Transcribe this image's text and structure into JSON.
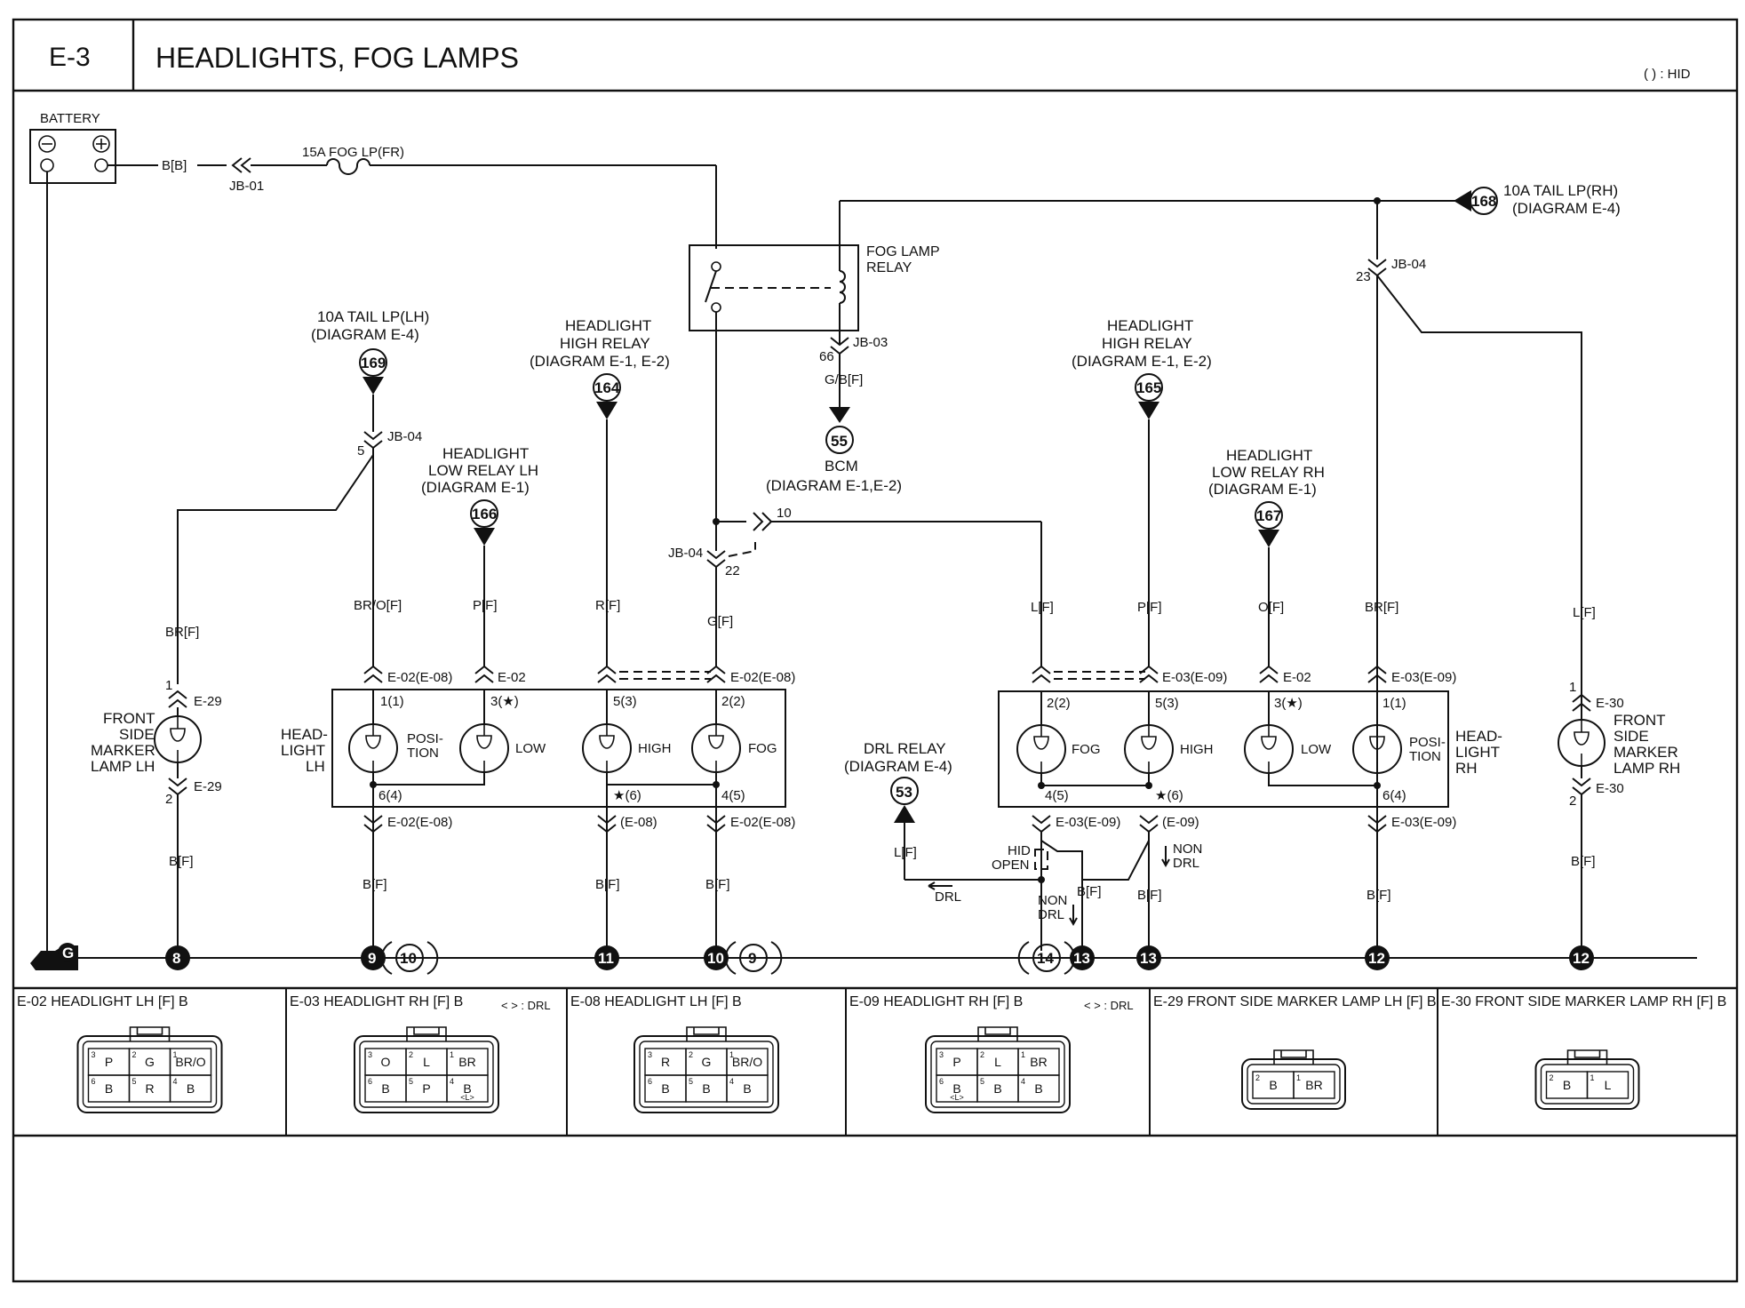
{
  "header": {
    "code": "E-3",
    "title": "HEADLIGHTS, FOG LAMPS",
    "note": "( ) : HID"
  },
  "battery": {
    "label": "BATTERY",
    "wire": "B[B]",
    "junction": "JB-01"
  },
  "fuse": {
    "label": "15A FOG LP(FR)"
  },
  "fog_relay": {
    "label1": "FOG LAMP",
    "label2": "RELAY",
    "jb": "JB-03",
    "pin": "66",
    "wire": "G/B[F]"
  },
  "bcm": {
    "num": "55",
    "label": "BCM",
    "ref": "(DIAGRAM E-1,E-2)"
  },
  "tail_rh": {
    "num": "168",
    "label": "10A TAIL LP(RH)",
    "ref": "(DIAGRAM E-4)",
    "jb": "JB-04",
    "pin": "23"
  },
  "tail_lh": {
    "num": "169",
    "label": "10A TAIL LP(LH)",
    "ref": "(DIAGRAM E-4)",
    "jb": "JB-04",
    "pin": "5"
  },
  "high_relay_lh": {
    "num": "164",
    "label1": "HEADLIGHT",
    "label2": "HIGH RELAY",
    "ref": "(DIAGRAM E-1, E-2)"
  },
  "high_relay_rh": {
    "num": "165",
    "label1": "HEADLIGHT",
    "label2": "HIGH RELAY",
    "ref": "(DIAGRAM E-1, E-2)"
  },
  "low_relay_lh": {
    "num": "166",
    "label1": "HEADLIGHT",
    "label2": "LOW RELAY LH",
    "ref": "(DIAGRAM E-1)"
  },
  "low_relay_rh": {
    "num": "167",
    "label1": "HEADLIGHT",
    "label2": "LOW RELAY RH",
    "ref": "(DIAGRAM E-1)"
  },
  "drl_relay": {
    "num": "53",
    "label1": "DRL RELAY",
    "ref": "(DIAGRAM E-4)",
    "wire": "L[F]",
    "drl": "DRL"
  },
  "jb04_split": {
    "jb": "JB-04",
    "pin_a": "10",
    "pin_b": "22"
  },
  "wires": {
    "br_f": "BR[F]",
    "bro_f": "BR/O[F]",
    "p_f": "P[F]",
    "r_f": "R[F]",
    "g_f": "G[F]",
    "l_f": "L[F]",
    "o_f": "O[F]",
    "b_f": "B[F]"
  },
  "connectors": {
    "e02_e08": "E-02(E-08)",
    "e02": "E-02",
    "e03_e09": "E-03(E-09)",
    "e09": "(E-09)",
    "e08": "(E-08)",
    "e29": "E-29",
    "e30": "E-30"
  },
  "pins": {
    "p1_1": "1(1)",
    "p3_s": "3(★)",
    "p5_3": "5(3)",
    "p2_2": "2(2)",
    "p6_4": "6(4)",
    "s_6": "★(6)",
    "p4_5": "4(5)",
    "p1": "1",
    "p2": "2"
  },
  "lamps": {
    "marker_lh": [
      "FRONT",
      "SIDE",
      "MARKER",
      "LAMP LH"
    ],
    "marker_rh": [
      "FRONT",
      "SIDE",
      "MARKER",
      "LAMP RH"
    ],
    "headlight_lh": [
      "HEAD-",
      "LIGHT",
      "LH"
    ],
    "headlight_rh": [
      "HEAD-",
      "LIGHT",
      "RH"
    ],
    "posi1": "POSI-",
    "posi2": "TION",
    "low": "LOW",
    "high": "HIGH",
    "fog": "FOG"
  },
  "hid": {
    "l1": "HID",
    "l2": "OPEN",
    "non": "NON",
    "drl": "DRL"
  },
  "grounds": {
    "g": "G",
    "g8": "8",
    "g9": "9",
    "g10": "10",
    "g11": "11",
    "g12": "12",
    "g13": "13",
    "g14": "14"
  },
  "connector_views": [
    {
      "title": "E-02 HEADLIGHT LH [F] B",
      "drl": "",
      "cells": [
        "P",
        "G",
        "BR/O",
        "B",
        "R",
        "B"
      ],
      "pins": [
        "3",
        "2",
        "1",
        "6",
        "5",
        "4"
      ]
    },
    {
      "title": "E-03 HEADLIGHT RH [F] B",
      "drl": "< > : DRL",
      "cells": [
        "O",
        "L",
        "BR",
        "B",
        "P",
        "B"
      ],
      "pins": [
        "3",
        "2",
        "1",
        "6",
        "5",
        "4"
      ],
      "sub": "<L>"
    },
    {
      "title": "E-08 HEADLIGHT LH [F] B",
      "drl": "",
      "cells": [
        "R",
        "G",
        "BR/O",
        "B",
        "B",
        "B"
      ],
      "pins": [
        "3",
        "2",
        "1",
        "6",
        "5",
        "4"
      ]
    },
    {
      "title": "E-09 HEADLIGHT RH [F] B",
      "drl": "< > : DRL",
      "cells": [
        "P",
        "L",
        "BR",
        "B",
        "B",
        "B"
      ],
      "pins": [
        "3",
        "2",
        "1",
        "6",
        "5",
        "4"
      ],
      "sub": "<L>"
    },
    {
      "title": "E-29 FRONT SIDE MARKER LAMP LH [F] B",
      "drl": "",
      "cells": [
        "B",
        "BR"
      ],
      "pins": [
        "2",
        "1"
      ]
    },
    {
      "title": "E-30 FRONT SIDE MARKER LAMP RH [F] B",
      "drl": "",
      "cells": [
        "B",
        "L"
      ],
      "pins": [
        "2",
        "1"
      ]
    }
  ]
}
